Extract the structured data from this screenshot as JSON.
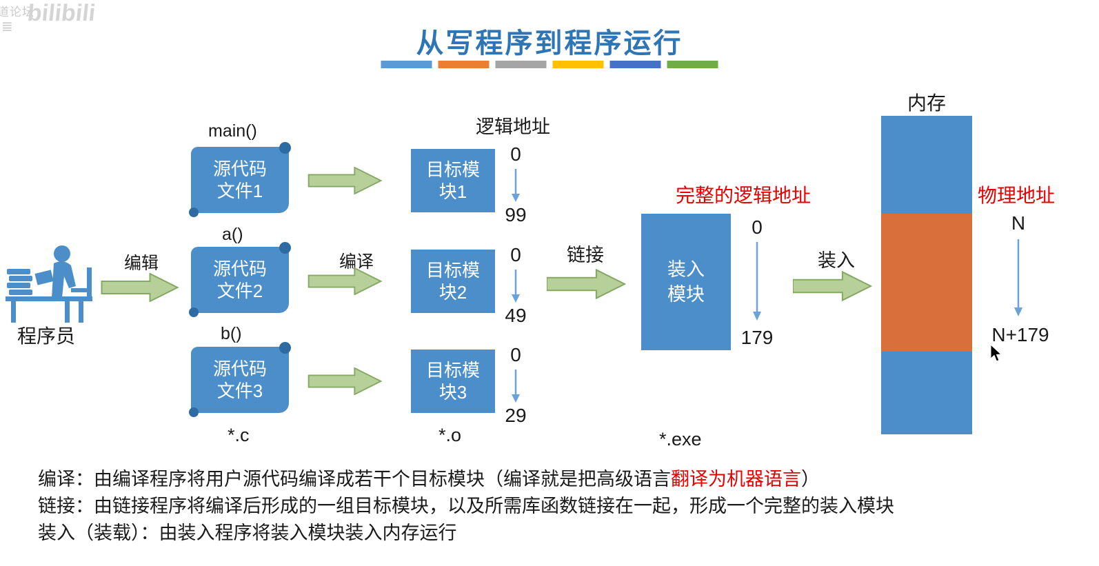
{
  "watermark": {
    "forum_text": "道论坛",
    "menu_glyph": "≣",
    "logo_text": "bilibili"
  },
  "title": "从写程序到程序运行",
  "labels": {
    "programmer": "程序员",
    "edit": "编辑",
    "compile": "编译",
    "link": "链接",
    "load": "装入",
    "logical_address": "逻辑地址",
    "complete_logical_address": "完整的逻辑地址",
    "physical_address": "物理地址",
    "memory": "内存",
    "ext_c": "*.c",
    "ext_o": "*.o",
    "ext_exe": "*.exe"
  },
  "source_files": [
    {
      "func": "main()",
      "label": "源代码\n文件1"
    },
    {
      "func": "a()",
      "label": "源代码\n文件2"
    },
    {
      "func": "b()",
      "label": "源代码\n文件3"
    }
  ],
  "object_modules": [
    {
      "label": "目标模\n块1",
      "addr_start": "0",
      "addr_end": "99"
    },
    {
      "label": "目标模\n块2",
      "addr_start": "0",
      "addr_end": "49"
    },
    {
      "label": "目标模\n块3",
      "addr_start": "0",
      "addr_end": "29"
    }
  ],
  "load_module": {
    "label": "装入\n模块",
    "addr_start": "0",
    "addr_end": "179"
  },
  "memory_addresses": {
    "addr_start": "N",
    "addr_end": "N+179"
  },
  "notes": [
    {
      "prefix": "编译：由编译程序将用户源代码编译成若干个目标模块（编译就是把高级语言",
      "highlight": "翻译为机器语言",
      "suffix": "）"
    },
    {
      "prefix": "链接：由链接程序将编译后形成的一组目标模块，以及所需库函数链接在一起，形成一个完整的装入模块",
      "highlight": "",
      "suffix": ""
    },
    {
      "prefix": "装入（装载）：由装入程序将装入模块装入内存运行",
      "highlight": "",
      "suffix": ""
    }
  ],
  "colors": {
    "title_blue": "#2e75b6",
    "box_blue": "#4b8ec9",
    "memory_orange": "#d96f3a",
    "arrow_green_fill": "#b7d099",
    "arrow_green_stroke": "#83a963",
    "thin_arrow_blue": "#6aa3d8",
    "highlight_red": "#e60000",
    "title_bar_colors": [
      "#5b9bd5",
      "#ed7d31",
      "#a5a5a5",
      "#ffc000",
      "#4472c4",
      "#70ad47"
    ]
  }
}
